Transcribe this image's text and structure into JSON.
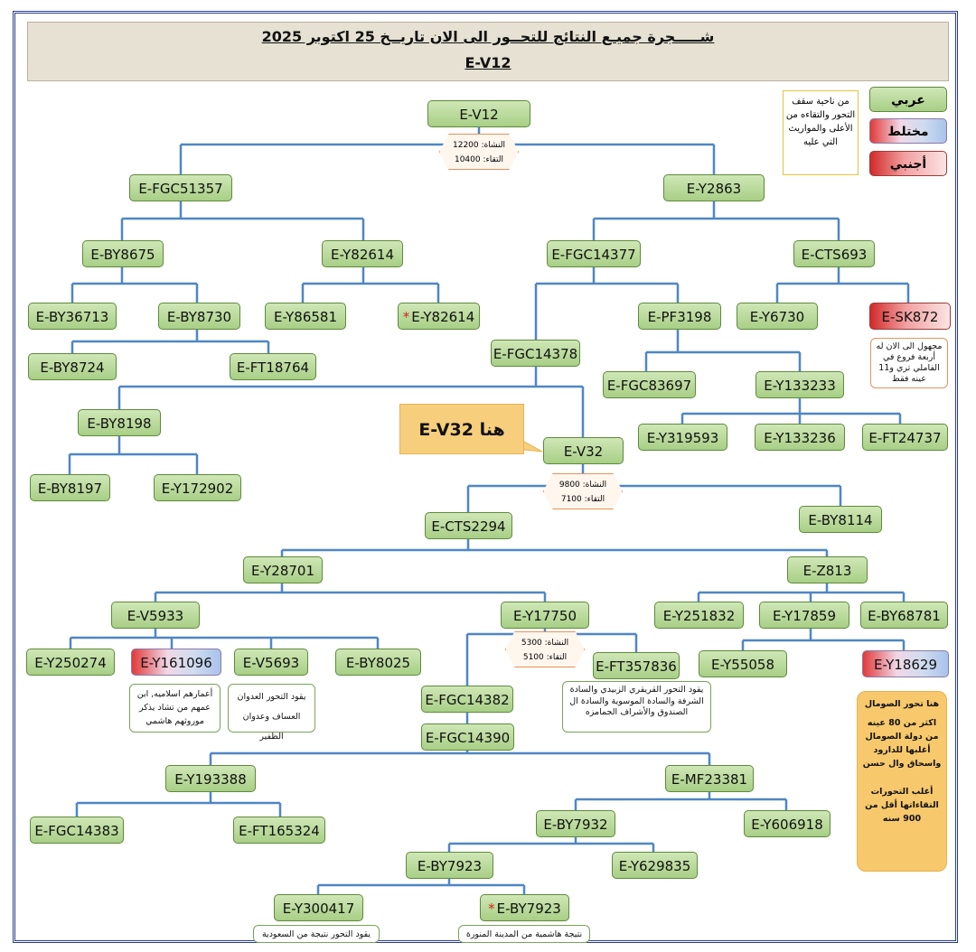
{
  "header": {
    "line1": "شـــــجرة جميـع النتائج للتحــور الى الان تاريــخ 25 اكتوبر 2025",
    "line2": "E-V12"
  },
  "legend": {
    "arab": "عربي",
    "mixed": "مختلط",
    "foreign": "أجنبي",
    "note": "من ناحية سقف التحور والتقاءه من الأعلى والمواريث التي عليه"
  },
  "callout": "E-V32 هنا",
  "ages": {
    "v12": {
      "formed": "النشاة: 12200",
      "tmrca": "التقاء: 10400"
    },
    "v32": {
      "formed": "النشاة: 9800",
      "tmrca": "التقاء: 7100"
    },
    "y17750": {
      "formed": "النشاة: 5300",
      "tmrca": "التقاء: 5100"
    }
  },
  "notes": {
    "sk872": "مجهول الى الان له أربعة فروع في الفاملي تري و11 عينه فقط",
    "y161096": "أعمارهم اسلاميه, ابن عمهم من تشاد يذكر موروثهم هاشمي",
    "v5693": "يقود التحور العدوان العساف وعدوان الظفير",
    "ft357836": "يقود التحور القريقري الزبيدي والسادة الشرفة والسادة الموسوية والسادة ال الصندوق والأشراف الجمامزه",
    "y300417": "يقود التحور نتيجة من السعودية",
    "by7923s": "نتيجة هاشمية من المدينة المنورة"
  },
  "somalia": {
    "l1": "هنا تحور الصومال",
    "l2": "اكثر من 80 عينه من دولة الصومال أغلبها للدارود واسحاق وال حسن",
    "l3": "أغلب التحورات التقاءاتها أقل من 900 سنه"
  },
  "nodes": {
    "v12": "E-V12",
    "fgc51357": "E-FGC51357",
    "y2863": "E-Y2863",
    "by8675": "E-BY8675",
    "y82614": "E-Y82614",
    "fgc14377": "E-FGC14377",
    "cts693": "E-CTS693",
    "by36713": "E-BY36713",
    "by8730": "E-BY8730",
    "y86581": "E-Y86581",
    "y82614s": "E-Y82614",
    "pf3198": "E-PF3198",
    "y6730": "E-Y6730",
    "sk872": "E-SK872",
    "by8724": "E-BY8724",
    "ft18764": "E-FT18764",
    "fgc14378": "E-FGC14378",
    "fgc83697": "E-FGC83697",
    "y133233": "E-Y133233",
    "by8198": "E-BY8198",
    "y319593": "E-Y319593",
    "y133236": "E-Y133236",
    "ft24737": "E-FT24737",
    "v32": "E-V32",
    "by8197": "E-BY8197",
    "y172902": "E-Y172902",
    "cts2294": "E-CTS2294",
    "by8114": "E-BY8114",
    "y28701": "E-Y28701",
    "z813": "E-Z813",
    "v5933": "E-V5933",
    "y17750": "E-Y17750",
    "y251832": "E-Y251832",
    "y17859": "E-Y17859",
    "by68781": "E-BY68781",
    "y250274": "E-Y250274",
    "y161096": "E-Y161096",
    "v5693": "E-V5693",
    "by8025": "E-BY8025",
    "ft357836": "E-FT357836",
    "y55058": "E-Y55058",
    "y18629": "E-Y18629",
    "fgc14382": "E-FGC14382",
    "fgc14390": "E-FGC14390",
    "y193388": "E-Y193388",
    "mf23381": "E-MF23381",
    "fgc14383": "E-FGC14383",
    "ft165324": "E-FT165324",
    "by7932": "E-BY7932",
    "y606918": "E-Y606918",
    "by7923": "E-BY7923",
    "y629835": "E-Y629835",
    "y300417": "E-Y300417",
    "by7923s": "E-BY7923"
  },
  "colors": {
    "arab": "#a8cf86",
    "foreign": "#d22a2a",
    "mixed_blue": "#a9c3ea",
    "line": "#4f86c6",
    "callout": "#f7ce7c"
  }
}
